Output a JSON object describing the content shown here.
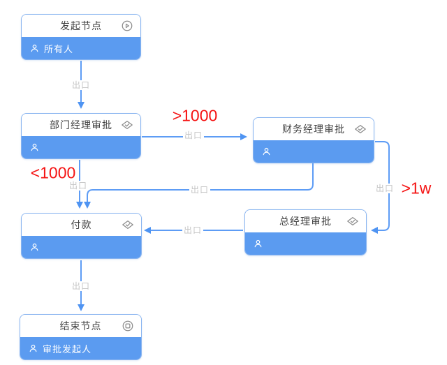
{
  "diagram": {
    "type": "workflow-flowchart",
    "nodes": [
      {
        "id": "start",
        "title": "发起节点",
        "assignee": "所有人",
        "type_icon": "play-circle-icon"
      },
      {
        "id": "dept",
        "title": "部门经理审批",
        "assignee": "",
        "type_icon": "approve-diamond-icon"
      },
      {
        "id": "finance",
        "title": "财务经理审批",
        "assignee": "",
        "type_icon": "approve-diamond-icon"
      },
      {
        "id": "pay",
        "title": "付款",
        "assignee": "",
        "type_icon": "approve-diamond-icon"
      },
      {
        "id": "gm",
        "title": "总经理审批",
        "assignee": "",
        "type_icon": "approve-diamond-icon"
      },
      {
        "id": "end",
        "title": "结束节点",
        "assignee": "审批发起人",
        "type_icon": "stop-circle-icon"
      }
    ],
    "edges": [
      {
        "from": "发起节点",
        "to": "部门经理审批",
        "label": "出口"
      },
      {
        "from": "部门经理审批",
        "to": "财务经理审批",
        "label": "出口",
        "condition": ">1000"
      },
      {
        "from": "部门经理审批",
        "to": "付款",
        "label": "出口",
        "condition": "<1000"
      },
      {
        "from": "财务经理审批",
        "to": "付款",
        "label": "出口"
      },
      {
        "from": "财务经理审批",
        "to": "总经理审批",
        "label": "出口",
        "condition": ">1w"
      },
      {
        "from": "总经理审批",
        "to": "付款",
        "label": "出口"
      },
      {
        "from": "付款",
        "to": "结束节点",
        "label": "出口"
      }
    ],
    "colors": {
      "node_body_blue": "#5b9bf0",
      "node_border_blue": "#88b4f0",
      "edge_blue": "#5d9cf5",
      "label_gray": "#c4c4c4",
      "condition_red": "#f51414",
      "icon_gray": "#8c8c8c"
    }
  }
}
